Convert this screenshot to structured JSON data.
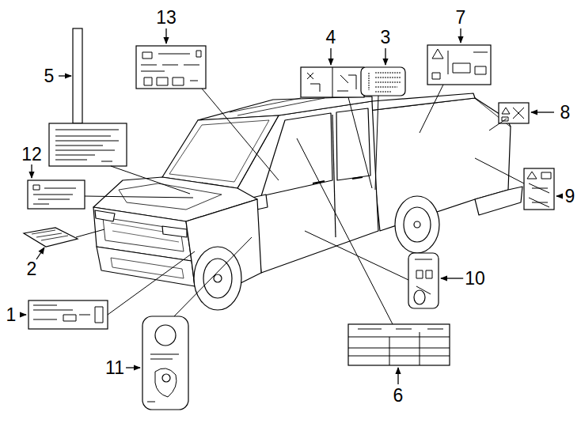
{
  "diagram": {
    "labels": [
      "13",
      "4",
      "3",
      "7",
      "5",
      "12",
      "8",
      "9",
      "2",
      "10",
      "1",
      "11",
      "6"
    ]
  }
}
